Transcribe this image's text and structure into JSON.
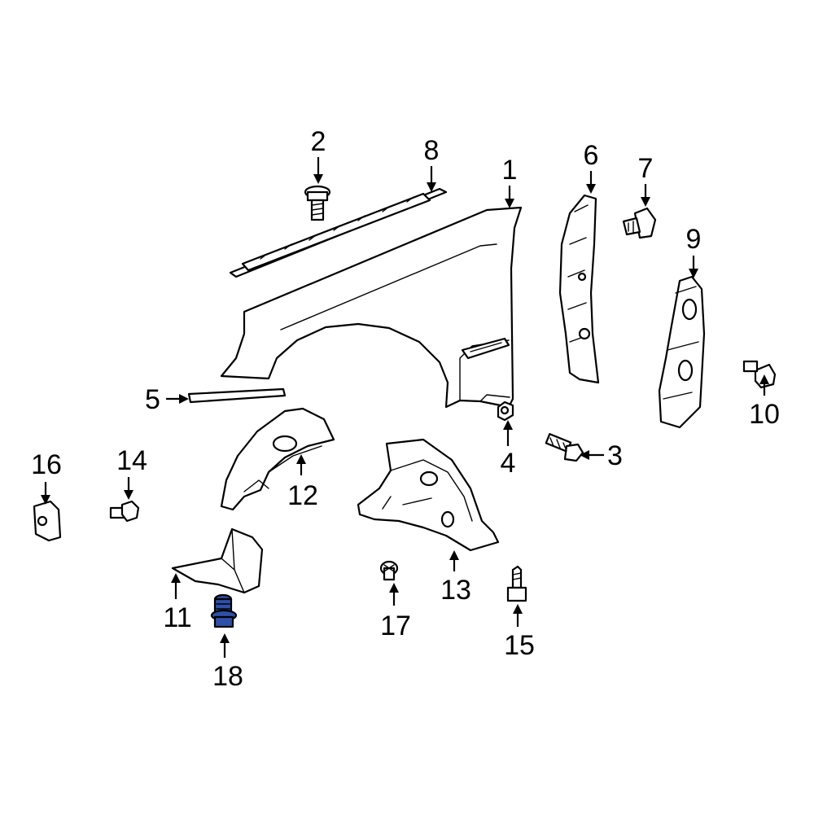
{
  "highlight_color": "#2f4fa8",
  "callouts": {
    "c1": "1",
    "c2": "2",
    "c3": "3",
    "c4": "4",
    "c5": "5",
    "c6": "6",
    "c7": "7",
    "c8": "8",
    "c9": "9",
    "c10": "10",
    "c11": "11",
    "c12": "12",
    "c13": "13",
    "c14": "14",
    "c15": "15",
    "c16": "16",
    "c17": "17",
    "c18": "18"
  },
  "highlighted_part": "18"
}
